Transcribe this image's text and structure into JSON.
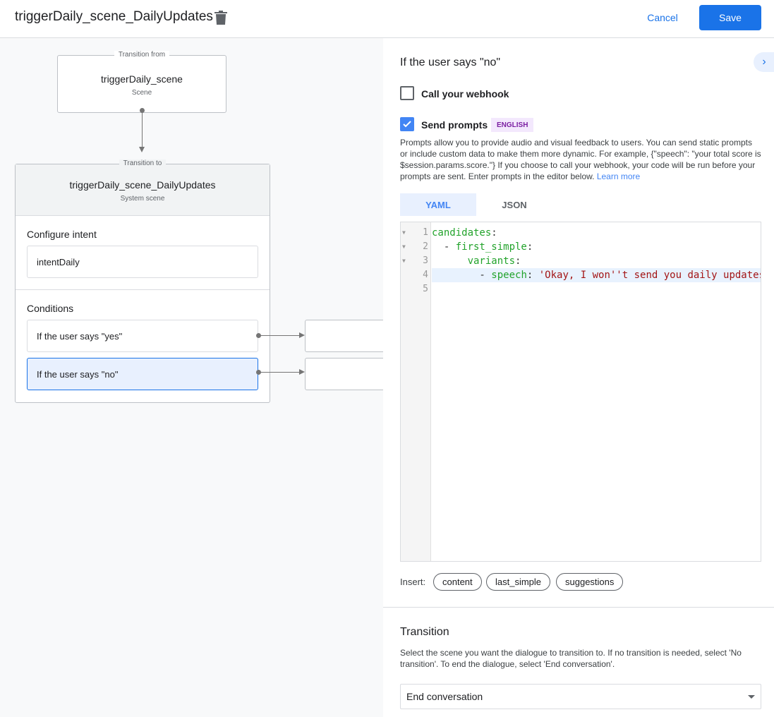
{
  "header": {
    "title": "triggerDaily_scene_DailyUpdates",
    "cancel": "Cancel",
    "save": "Save"
  },
  "canvas": {
    "from": {
      "legend": "Transition from",
      "name": "triggerDaily_scene",
      "type": "Scene"
    },
    "to": {
      "legend": "Transition to",
      "name": "triggerDaily_scene_DailyUpdates",
      "type": "System scene",
      "intent_heading": "Configure intent",
      "intent": "intentDaily",
      "conditions_heading": "Conditions",
      "conditions": [
        "If the user says \"yes\"",
        "If the user says \"no\""
      ]
    }
  },
  "panel": {
    "title": "If the user says \"no\"",
    "webhook": {
      "label": "Call your webhook",
      "checked": false
    },
    "prompts": {
      "label": "Send prompts",
      "checked": true,
      "badge": "ENGLISH"
    },
    "description": "Prompts allow you to provide audio and visual feedback to users. You can send static prompts or include custom data to make them more dynamic. For example, {\"speech\": \"your total score is $session.params.score.\"} If you choose to call your webhook, your code will be run before your prompts are sent. Enter prompts in the editor below.",
    "learn_more": "Learn more",
    "tabs": [
      "YAML",
      "JSON"
    ],
    "active_tab": "YAML",
    "code": [
      {
        "n": "1",
        "key": "candidates",
        "pre": "",
        "post": ":",
        "str": ""
      },
      {
        "n": "2",
        "key": "first_simple",
        "pre": "  - ",
        "post": ":",
        "str": ""
      },
      {
        "n": "3",
        "key": "variants",
        "pre": "      ",
        "post": ":",
        "str": ""
      },
      {
        "n": "4",
        "key": "speech",
        "pre": "        - ",
        "post": ": ",
        "str": "'Okay, I won''t send you daily updates.'"
      },
      {
        "n": "5",
        "key": "",
        "pre": "",
        "post": "",
        "str": ""
      }
    ],
    "insert_label": "Insert:",
    "chips": [
      "content",
      "last_simple",
      "suggestions"
    ],
    "transition": {
      "heading": "Transition",
      "description": "Select the scene you want the dialogue to transition to. If no transition is needed, select 'No transition'. To end the dialogue, select 'End conversation'.",
      "selected": "End conversation"
    }
  }
}
